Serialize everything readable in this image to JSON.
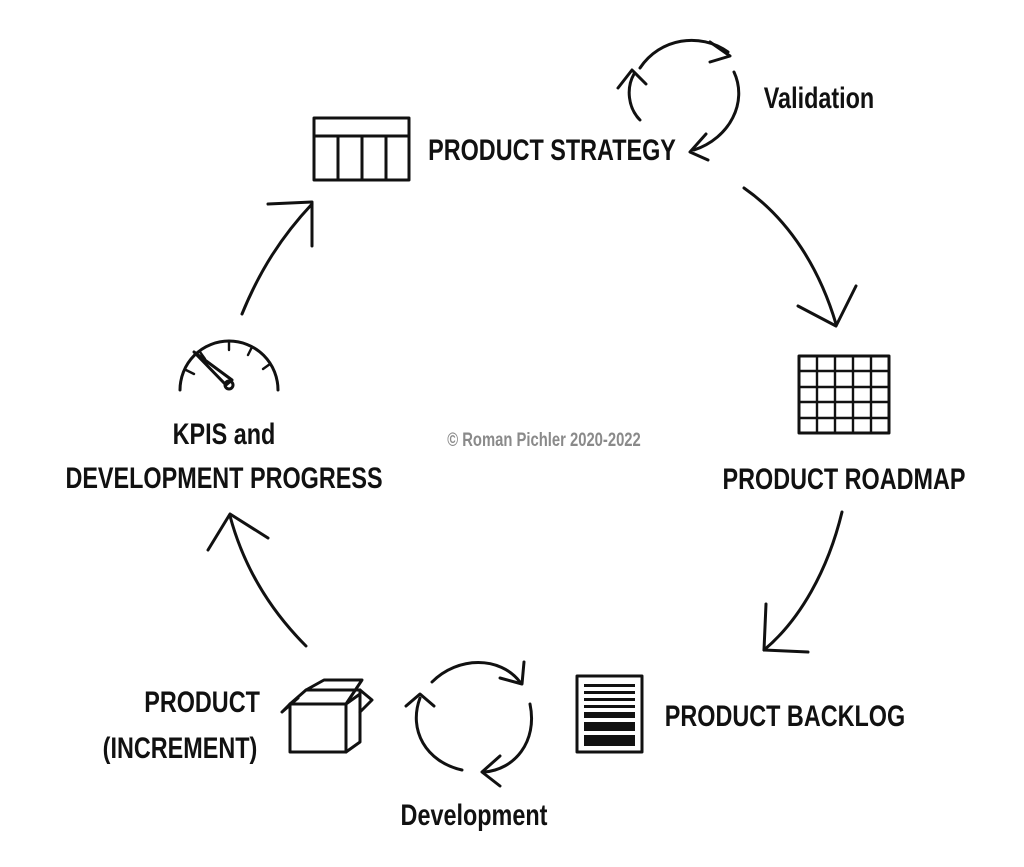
{
  "nodes": {
    "product_strategy": "PRODUCT STRATEGY",
    "product_roadmap": "PRODUCT ROADMAP",
    "product_backlog": "PRODUCT BACKLOG",
    "product_increment": [
      "PRODUCT",
      "(INCREMENT)"
    ],
    "kpis": [
      "KPIS and",
      "DEVELOPMENT PROGRESS"
    ]
  },
  "loops": {
    "validation": "Validation",
    "development": "Development"
  },
  "copyright": "© Roman Pichler 2020-2022",
  "colors": {
    "ink": "#111111",
    "copyright_text": "#8a8a8a",
    "background": "#ffffff"
  },
  "icons": {
    "product_strategy": "strategy-canvas-icon",
    "product_roadmap": "roadmap-grid-icon",
    "product_backlog": "backlog-list-icon",
    "product_increment": "open-box-icon",
    "kpis": "speedometer-icon",
    "validation_loop": "cycle-arrows-icon",
    "development_loop": "cycle-arrows-icon"
  }
}
